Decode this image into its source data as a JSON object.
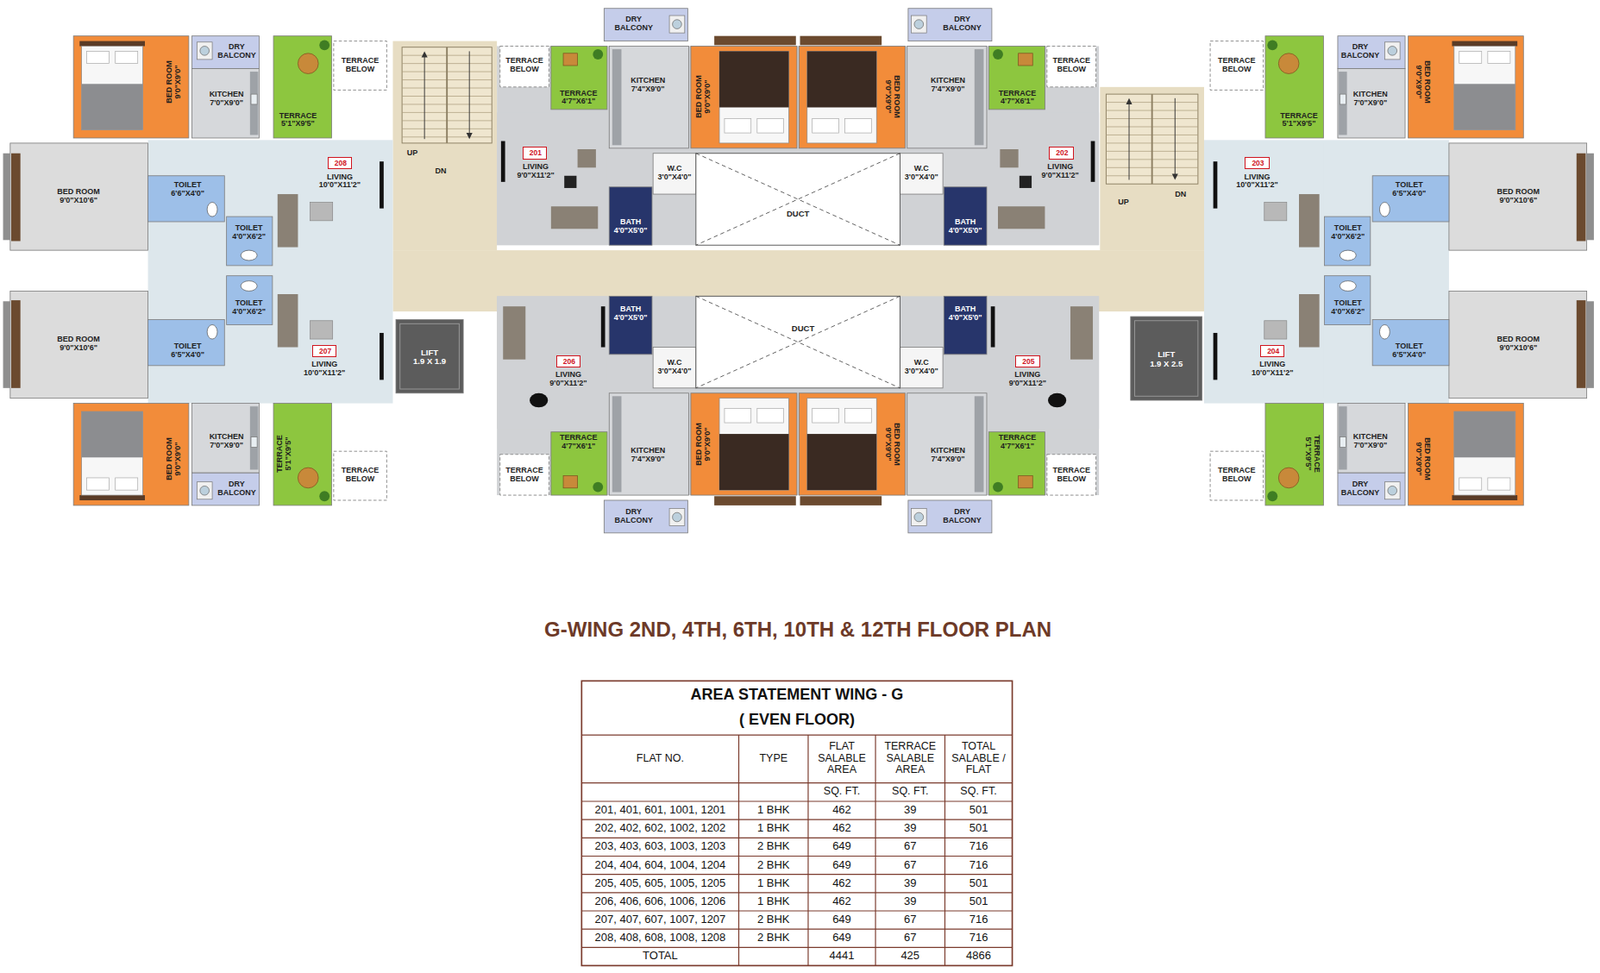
{
  "diagram": {
    "title": "G-WING 2ND, 4TH, 6TH, 10TH & 12TH FLOOR PLAN",
    "nodes": [
      {
        "text": [
          "BED ROOM",
          "9'0\"X9'0\""
        ]
      },
      {
        "text": [
          "DRY BALCONY"
        ]
      },
      {
        "text": [
          "KITCHEN",
          "7'0\"X9'0\""
        ]
      },
      {
        "text": [
          "TERRACE",
          "5'1\"X9'5\""
        ]
      },
      {
        "text": [
          "TERRACE BELOW"
        ]
      },
      {
        "text": [
          "BED ROOM",
          "9'0\"X10'6\""
        ]
      },
      {
        "text": [
          "LIVING",
          "10'0\"X11'2\""
        ]
      },
      {
        "text": [
          "208"
        ],
        "in": 6
      },
      {
        "text": [
          "TOILET",
          "6'6\"X4'0\""
        ]
      },
      {
        "text": [
          "TOILET",
          "4'0\"X6'2\""
        ]
      },
      {
        "text": [
          "TERRACE BELOW"
        ]
      },
      {
        "text": [
          "DRY BALCONY"
        ]
      },
      {
        "text": [
          "TERRACE",
          "4'7\"X6'1\""
        ]
      },
      {
        "text": [
          "KITCHEN",
          "7'4\"X9'0\""
        ]
      },
      {
        "text": [
          "BED ROOM",
          "9'0\"X9'0\""
        ]
      },
      {
        "text": [
          "LIVING",
          "9'0\"X11'2\""
        ]
      },
      {
        "text": [
          "201"
        ],
        "in": 15
      },
      {
        "text": [
          "W.C",
          "3'0\"X4'0\""
        ]
      },
      {
        "text": [
          "BATH",
          "4'0\"X5'0\""
        ]
      },
      {
        "text": [
          "TERRACE BELOW"
        ]
      },
      {
        "text": [
          "DRY BALCONY"
        ]
      },
      {
        "text": [
          "TERRACE",
          "4'7\"X6'1\""
        ]
      },
      {
        "text": [
          "KITCHEN",
          "7'4\"X9'0\""
        ]
      },
      {
        "text": [
          "BED ROOM",
          "9'0\"X9'0\""
        ]
      },
      {
        "text": [
          "LIVING",
          "9'0\"X11'2\""
        ]
      },
      {
        "text": [
          "202"
        ],
        "in": 24
      },
      {
        "text": [
          "W.C",
          "3'0\"X4'0\""
        ]
      },
      {
        "text": [
          "BATH",
          "4'0\"X5'0\""
        ]
      },
      {
        "text": [
          "BED ROOM",
          "9'0\"X9'0\""
        ]
      },
      {
        "text": [
          "DRY BALCONY"
        ]
      },
      {
        "text": [
          "KITCHEN",
          "7'0\"X9'0\""
        ]
      },
      {
        "text": [
          "TERRACE",
          "5'1\"X9'5\""
        ]
      },
      {
        "text": [
          "TERRACE BELOW"
        ]
      },
      {
        "text": [
          "BED ROOM",
          "9'0\"X10'6\""
        ]
      },
      {
        "text": [
          "LIVING",
          "10'0\"X11'2\""
        ]
      },
      {
        "text": [
          "203"
        ],
        "in": 34
      },
      {
        "text": [
          "TOILET",
          "6'5\"X4'0\""
        ]
      },
      {
        "text": [
          "TOILET",
          "4'0\"X6'2\""
        ]
      },
      {
        "text": [
          "BED ROOM",
          "9'0\"X9'0\""
        ]
      },
      {
        "text": [
          "DRY BALCONY"
        ]
      },
      {
        "text": [
          "KITCHEN",
          "7'0\"X9'0\""
        ]
      },
      {
        "text": [
          "TERRACE",
          "5'1\"X9'5\""
        ]
      },
      {
        "text": [
          "TERRACE BELOW"
        ]
      },
      {
        "text": [
          "BED ROOM",
          "9'0\"X10'6\""
        ]
      },
      {
        "text": [
          "LIVING",
          "10'0\"X11'2\""
        ]
      },
      {
        "text": [
          "207"
        ],
        "in": 44
      },
      {
        "text": [
          "TOILET",
          "6'5\"X4'0\""
        ]
      },
      {
        "text": [
          "TOILET",
          "4'0\"X6'2\""
        ]
      },
      {
        "text": [
          "TERRACE BELOW"
        ]
      },
      {
        "text": [
          "DRY BALCONY"
        ]
      },
      {
        "text": [
          "TERRACE",
          "4'7\"X6'1\""
        ]
      },
      {
        "text": [
          "KITCHEN",
          "7'4\"X9'0\""
        ]
      },
      {
        "text": [
          "BED ROOM",
          "9'0\"X9'0\""
        ]
      },
      {
        "text": [
          "LIVING",
          "9'0\"X11'2\""
        ]
      },
      {
        "text": [
          "206"
        ],
        "in": 53
      },
      {
        "text": [
          "W.C",
          "3'0\"X4'0\""
        ]
      },
      {
        "text": [
          "BATH",
          "4'0\"X5'0\""
        ]
      },
      {
        "text": [
          "TERRACE BELOW"
        ]
      },
      {
        "text": [
          "DRY BALCONY"
        ]
      },
      {
        "text": [
          "TERRACE",
          "4'7\"X6'1\""
        ]
      },
      {
        "text": [
          "KITCHEN",
          "7'4\"X9'0\""
        ]
      },
      {
        "text": [
          "BED ROOM",
          "9'0\"X9'0\""
        ]
      },
      {
        "text": [
          "LIVING",
          "9'0\"X11'2\""
        ]
      },
      {
        "text": [
          "205"
        ],
        "in": 62
      },
      {
        "text": [
          "W.C",
          "3'0\"X4'0\""
        ]
      },
      {
        "text": [
          "BATH",
          "4'0\"X5'0\""
        ]
      },
      {
        "text": [
          "BED ROOM",
          "9'0\"X9'0\""
        ]
      },
      {
        "text": [
          "DRY BALCONY"
        ]
      },
      {
        "text": [
          "KITCHEN",
          "7'0\"X9'0\""
        ]
      },
      {
        "text": [
          "TERRACE",
          "5'1\"X9'5\""
        ]
      },
      {
        "text": [
          "TERRACE BELOW"
        ]
      },
      {
        "text": [
          "BED ROOM",
          "9'0\"X10'6\""
        ]
      },
      {
        "text": [
          "LIVING",
          "10'0\"X11'2\""
        ]
      },
      {
        "text": [
          "204"
        ],
        "in": 72
      },
      {
        "text": [
          "TOILET",
          "6'5\"X4'0\""
        ]
      },
      {
        "text": [
          "TOILET",
          "4'0\"X6'2\""
        ]
      },
      {
        "text": [
          "LIFT",
          "1.9 X 1.9"
        ]
      },
      {
        "text": [
          "LIFT",
          "1.9 X 2.5"
        ]
      },
      {
        "text": [
          "DUCT"
        ]
      },
      {
        "text": [
          "DUCT"
        ]
      }
    ],
    "labels": [
      "UP",
      "DN",
      "UP",
      "DN",
      "AREA STATEMENT WING - G",
      "( EVEN FLOOR)",
      "FLAT NO.",
      "TYPE",
      "FLAT SALABLE AREA",
      "TERRACE SALABLE AREA",
      "TOTAL SALABLE / FLAT",
      "SQ. FT.",
      "SQ. FT.",
      "SQ. FT.",
      "201, 401, 601, 1001, 1201",
      "1 BHK",
      "462",
      "39",
      "501",
      "202, 402, 602, 1002, 1202",
      "1 BHK",
      "462",
      "39",
      "501",
      "203, 403, 603, 1003, 1203",
      "2 BHK",
      "649",
      "67",
      "716",
      "204, 404, 604, 1004, 1204",
      "2 BHK",
      "649",
      "67",
      "716",
      "205, 405, 605, 1005, 1205",
      "1 BHK",
      "462",
      "39",
      "501",
      "206, 406, 606, 1006, 1206",
      "1 BHK",
      "462",
      "39",
      "501",
      "207, 407, 607, 1007, 1207",
      "2 BHK",
      "649",
      "67",
      "716",
      "208, 408, 608, 1008, 1208",
      "2 BHK",
      "649",
      "67",
      "716",
      "TOTAL",
      "4441",
      "425",
      "4866"
    ]
  }
}
